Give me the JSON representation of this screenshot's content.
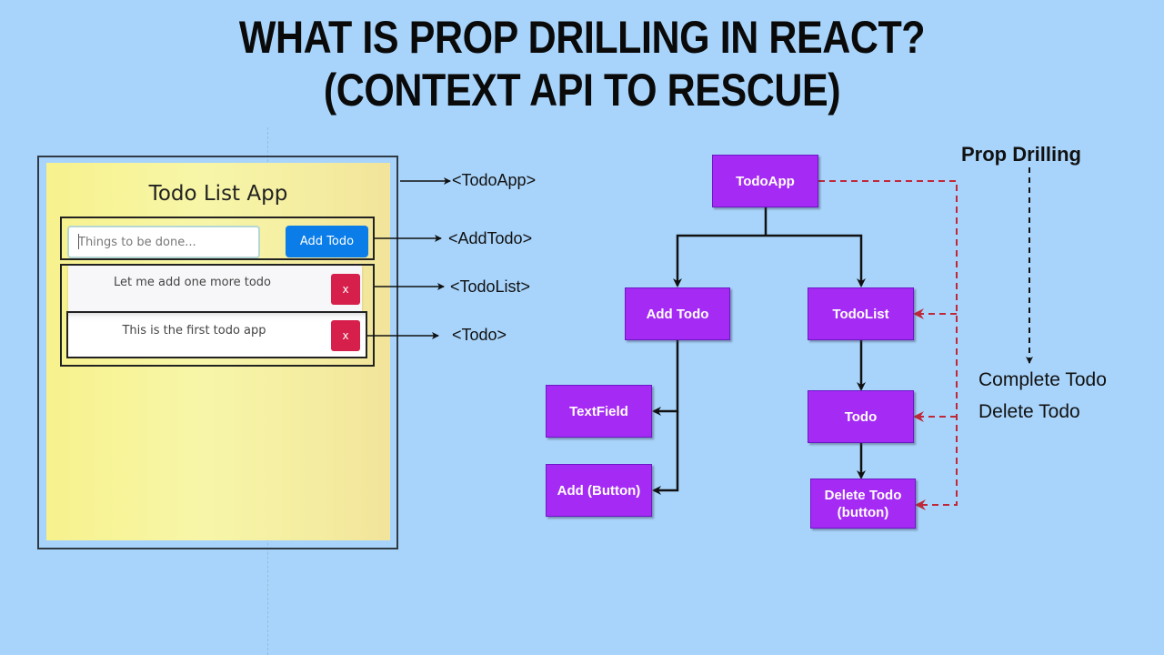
{
  "header": {
    "title_line1": "WHAT IS PROP DRILLING IN REACT?",
    "title_line2": "(CONTEXT API TO RESCUE)"
  },
  "colors": {
    "background": "#a8d4fb",
    "node_fill": "#a52bf4",
    "prop_arrow": "#c0283a",
    "add_button": "#0a7de8",
    "delete_button": "#d6204b"
  },
  "app_mockup": {
    "title": "Todo List App",
    "input_placeholder": "Things to be done...",
    "add_button_label": "Add Todo",
    "todos": [
      {
        "text": "Let me add one more todo",
        "delete_label": "x"
      },
      {
        "text": "This is the first todo app",
        "delete_label": "x"
      }
    ]
  },
  "component_tags": {
    "todo_app": "<TodoApp>",
    "add_todo": "<AddTodo>",
    "todo_list": "<TodoList>",
    "todo": "<Todo>"
  },
  "tree": {
    "nodes": {
      "todo_app": "TodoApp",
      "add_todo": "Add Todo",
      "todo_list": "TodoList",
      "text_field": "TextField",
      "add_button": "Add (Button)",
      "todo": "Todo",
      "delete_todo_line1": "Delete Todo",
      "delete_todo_line2": "(button)"
    }
  },
  "prop_drilling": {
    "title": "Prop Drilling",
    "props": [
      "Complete Todo",
      "Delete Todo"
    ]
  }
}
